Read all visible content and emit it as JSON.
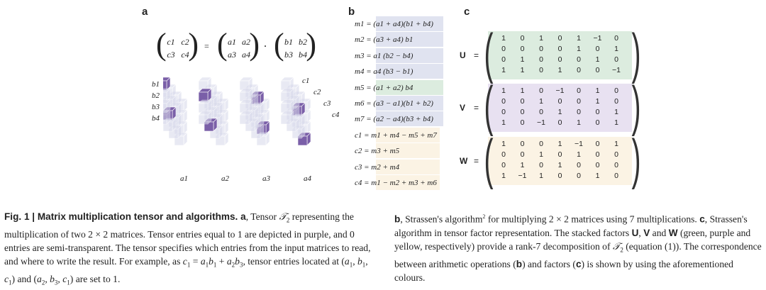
{
  "panel_a": {
    "letter": "a",
    "equation": {
      "c_matrix": [
        "c1",
        "c2",
        "c3",
        "c4"
      ],
      "a_matrix": [
        "a1",
        "a2",
        "a3",
        "a4"
      ],
      "b_matrix": [
        "b1",
        "b2",
        "b3",
        "b4"
      ],
      "equals": "=",
      "dot": "·"
    },
    "b_labels": [
      "b1",
      "b2",
      "b3",
      "b4"
    ],
    "c_labels": [
      "c1",
      "c2",
      "c3",
      "c4"
    ],
    "a_labels": [
      "a1",
      "a2",
      "a3",
      "a4"
    ]
  },
  "panel_b": {
    "letter": "b",
    "rows": [
      {
        "text": "m1 = (a1 + a4)(b1 + b4)",
        "bg": "#e0e3f0"
      },
      {
        "text": "m2 = (a3 + a4) b1",
        "bg": "#e0e3f0"
      },
      {
        "text": "m3 = a1 (b2 − b4)",
        "bg": "#e0e3f0"
      },
      {
        "text": "m4 = a4 (b3 − b1)",
        "bg": "#e0e3f0"
      },
      {
        "text": "m5 = (a1 + a2) b4",
        "bg": "#e0e3f0"
      },
      {
        "text": "m6 = (a3 − a1)(b1 + b2)",
        "bg": "#e0e3f0"
      },
      {
        "text": "m7 = (a2 − a4)(b3 + b4)",
        "bg": "#e0e3f0"
      },
      {
        "text": "c1 = m1 + m4 − m5 + m7",
        "bg": "#fbf3e4"
      },
      {
        "text": "c2 = m3 + m5",
        "bg": "#fbf3e4"
      },
      {
        "text": "c3 = m2 + m4",
        "bg": "#fbf3e4"
      },
      {
        "text": "c4 = m1 − m2 + m3 + m6",
        "bg": "#fbf3e4"
      }
    ]
  },
  "panel_c": {
    "letter": "c",
    "factors": [
      {
        "label": "U",
        "bg": "#dcecdf",
        "rows": [
          [
            "1",
            "0",
            "1",
            "0",
            "1",
            "−1",
            "0"
          ],
          [
            "0",
            "0",
            "0",
            "0",
            "1",
            "0",
            "1"
          ],
          [
            "0",
            "1",
            "0",
            "0",
            "0",
            "1",
            "0"
          ],
          [
            "1",
            "1",
            "0",
            "1",
            "0",
            "0",
            "−1"
          ]
        ]
      },
      {
        "label": "V",
        "bg": "#e8e1f1",
        "rows": [
          [
            "1",
            "1",
            "0",
            "−1",
            "0",
            "1",
            "0"
          ],
          [
            "0",
            "0",
            "1",
            "0",
            "0",
            "1",
            "0"
          ],
          [
            "0",
            "0",
            "0",
            "1",
            "0",
            "0",
            "1"
          ],
          [
            "1",
            "0",
            "−1",
            "0",
            "1",
            "0",
            "1"
          ]
        ]
      },
      {
        "label": "W",
        "bg": "#fbf3e4",
        "rows": [
          [
            "1",
            "0",
            "0",
            "1",
            "−1",
            "0",
            "1"
          ],
          [
            "0",
            "0",
            "1",
            "0",
            "1",
            "0",
            "0"
          ],
          [
            "0",
            "1",
            "0",
            "1",
            "0",
            "0",
            "0"
          ],
          [
            "1",
            "−1",
            "1",
            "0",
            "0",
            "1",
            "0"
          ]
        ]
      }
    ],
    "equals": "="
  },
  "colors": {
    "purple": "#7a5fa8",
    "green": "#dcecdf",
    "lavender": "#e8e1f1",
    "yellow": "#fbf3e4",
    "cube": "#c9cbe3"
  }
}
